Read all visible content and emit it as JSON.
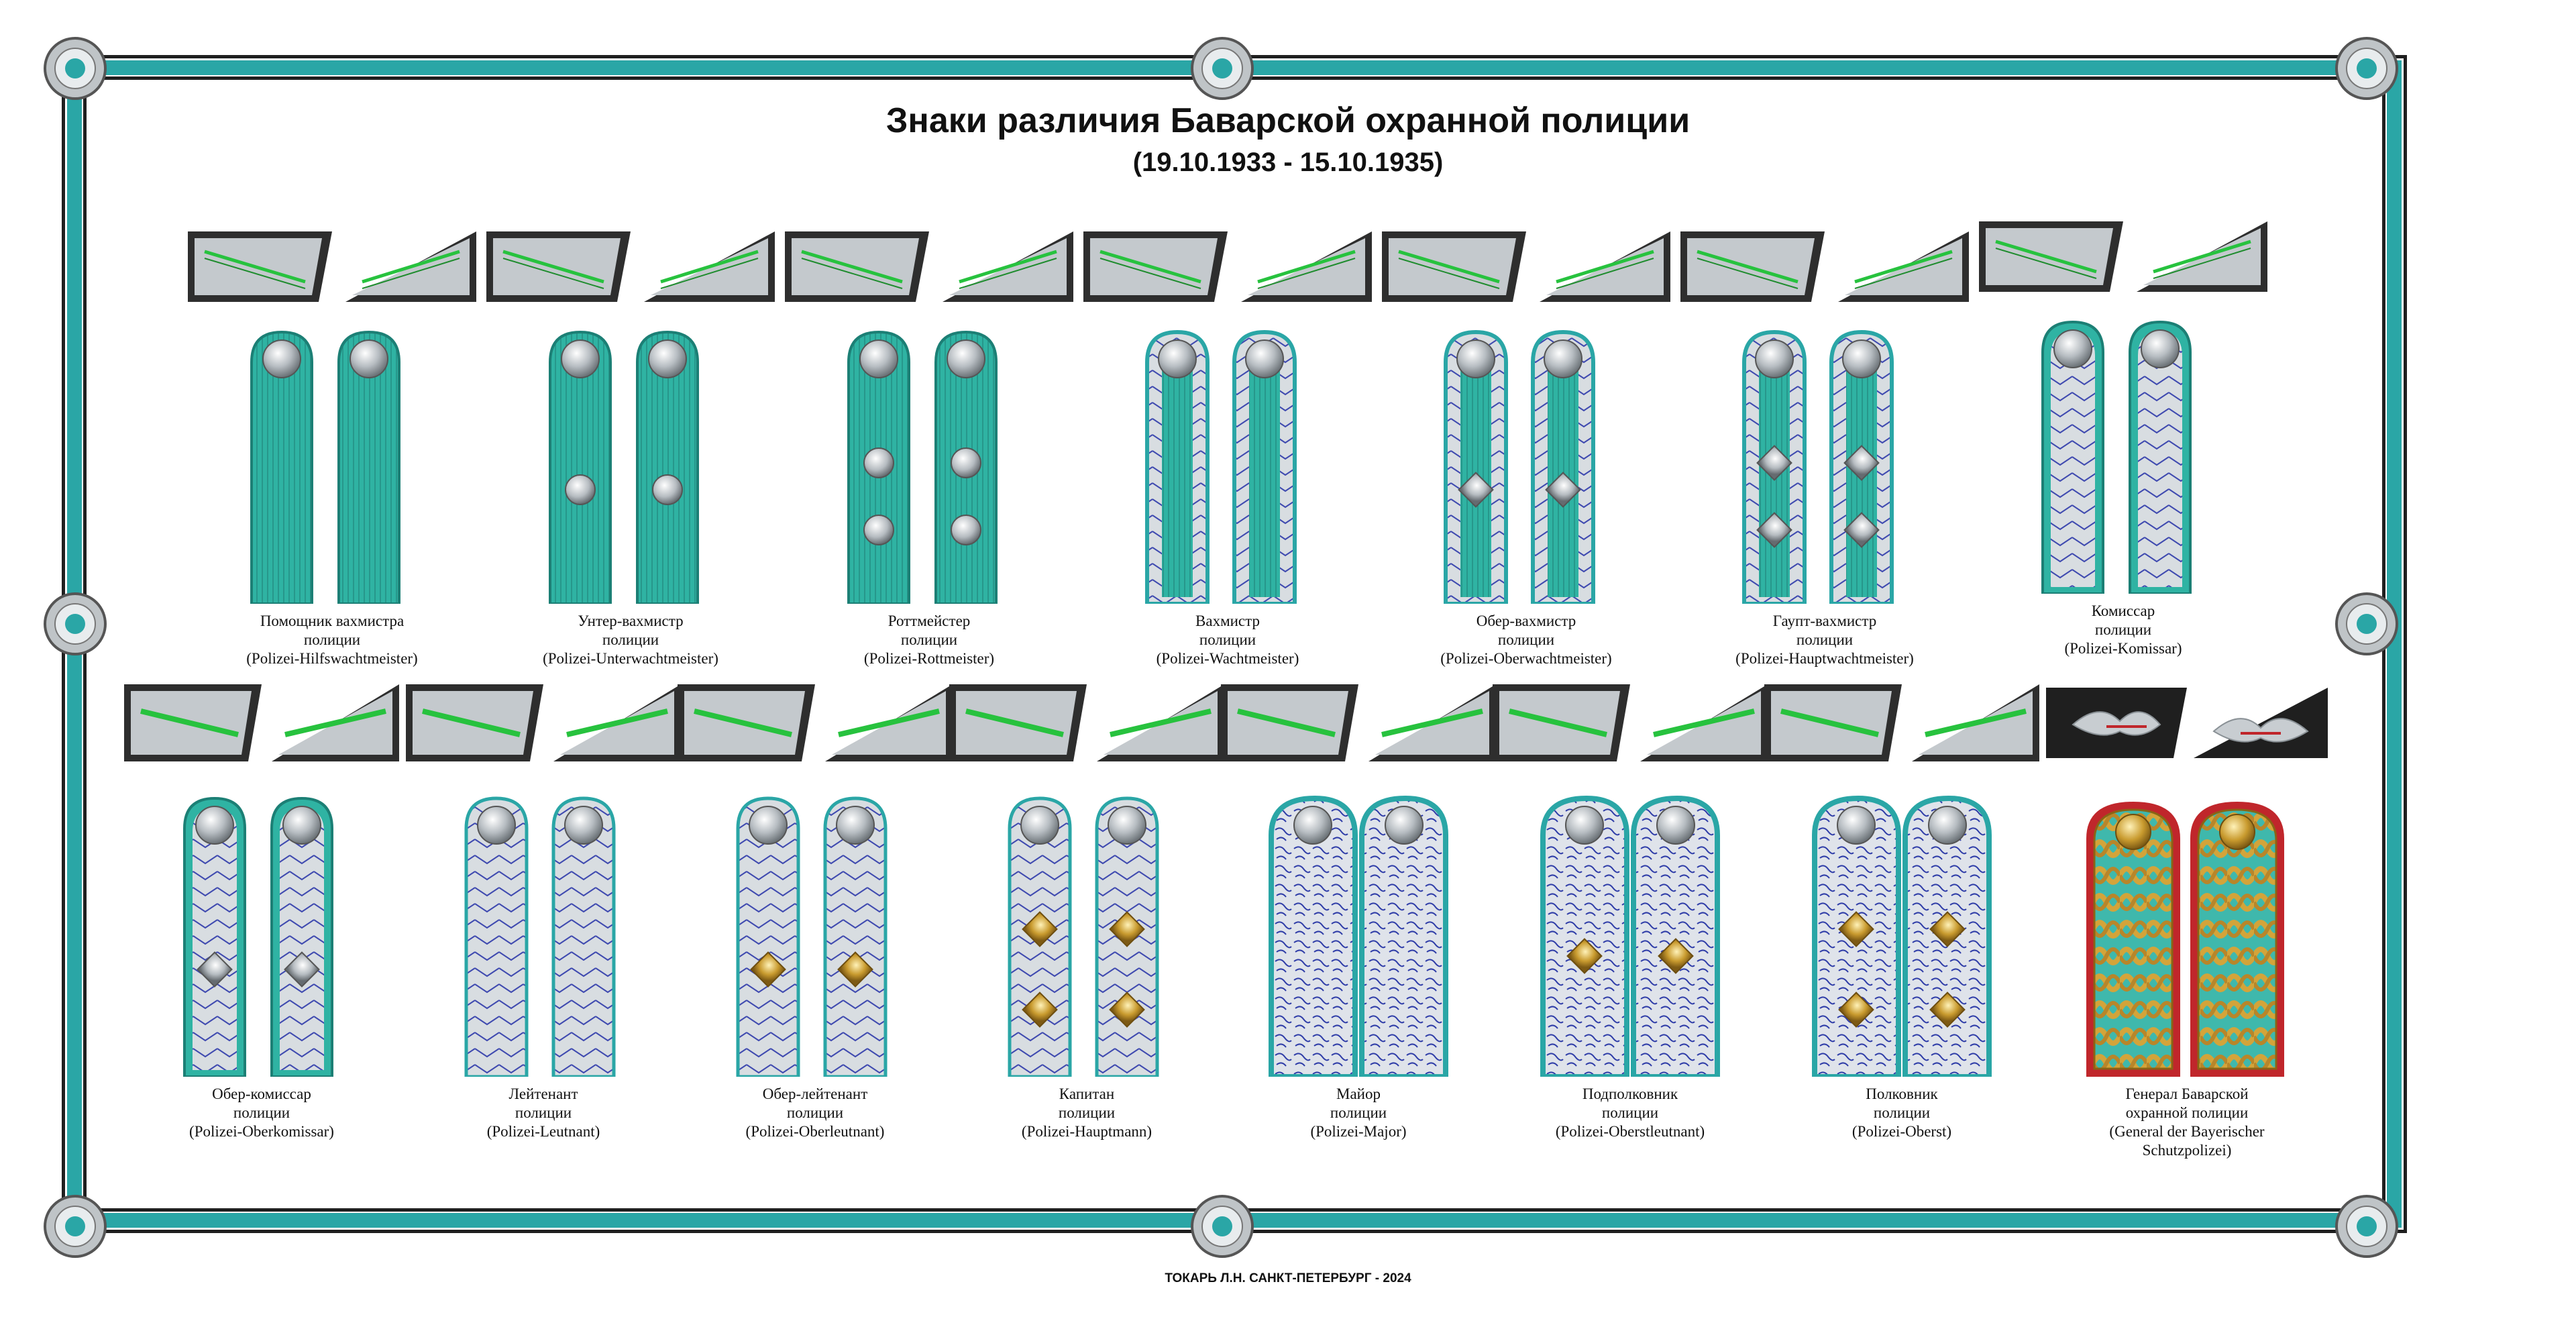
{
  "title": "Знаки различия Баварской охранной полиции",
  "subtitle": "(19.10.1933 - 15.10.1935)",
  "footer": "ТОКАРЬ Л.Н. САНКТ-ПЕТЕРБУРГ - 2024",
  "colors": {
    "frame": "#2aa6a6",
    "teal_board": "#2fb3a3",
    "silver": "#cfd4d8",
    "gold": "#d3a43a",
    "general_red": "#c0262b",
    "green_stripe": "#27c23e"
  },
  "ranks_row1": [
    {
      "ru": "Помощник вахмистра",
      "ru2": "полиции",
      "de": "(Polizei-Hilfswachtmeister)"
    },
    {
      "ru": "Унтер-вахмистр",
      "ru2": "полиции",
      "de": "(Polizei-Unterwachtmeister)"
    },
    {
      "ru": "Роттмейстер",
      "ru2": "полиции",
      "de": "(Polizei-Rottmeister)"
    },
    {
      "ru": "Вахмистр",
      "ru2": "полиции",
      "de": "(Polizei-Wachtmeister)"
    },
    {
      "ru": "Обер-вахмистр",
      "ru2": "полиции",
      "de": "(Polizei-Oberwachtmeister)"
    },
    {
      "ru": "Гаупт-вахмистр",
      "ru2": "полиции",
      "de": "(Polizei-Hauptwachtmeister)"
    },
    {
      "ru": "Комиссар",
      "ru2": "полиции",
      "de": "(Polizei-Komissar)"
    }
  ],
  "ranks_row2": [
    {
      "ru": "Обер-комиссар",
      "ru2": "полиции",
      "de": "(Polizei-Oberkomissar)"
    },
    {
      "ru": "Лейтенант",
      "ru2": "полиции",
      "de": "(Polizei-Leutnant)"
    },
    {
      "ru": "Обер-лейтенант",
      "ru2": "полиции",
      "de": "(Polizei-Oberleutnant)"
    },
    {
      "ru": "Капитан",
      "ru2": "полиции",
      "de": "(Polizei-Hauptmann)"
    },
    {
      "ru": "Майор",
      "ru2": "полиции",
      "de": "(Polizei-Major)"
    },
    {
      "ru": "Подполковник",
      "ru2": "полиции",
      "de": "(Polizei-Oberstleutnant)"
    },
    {
      "ru": "Полковник",
      "ru2": "полиции",
      "de": "(Polizei-Oberst)"
    },
    {
      "ru": "Генерал Баварской",
      "ru2": "охранной полиции",
      "de": "(General der Bayerischer",
      "de2": "Schutzpolizei)"
    }
  ]
}
